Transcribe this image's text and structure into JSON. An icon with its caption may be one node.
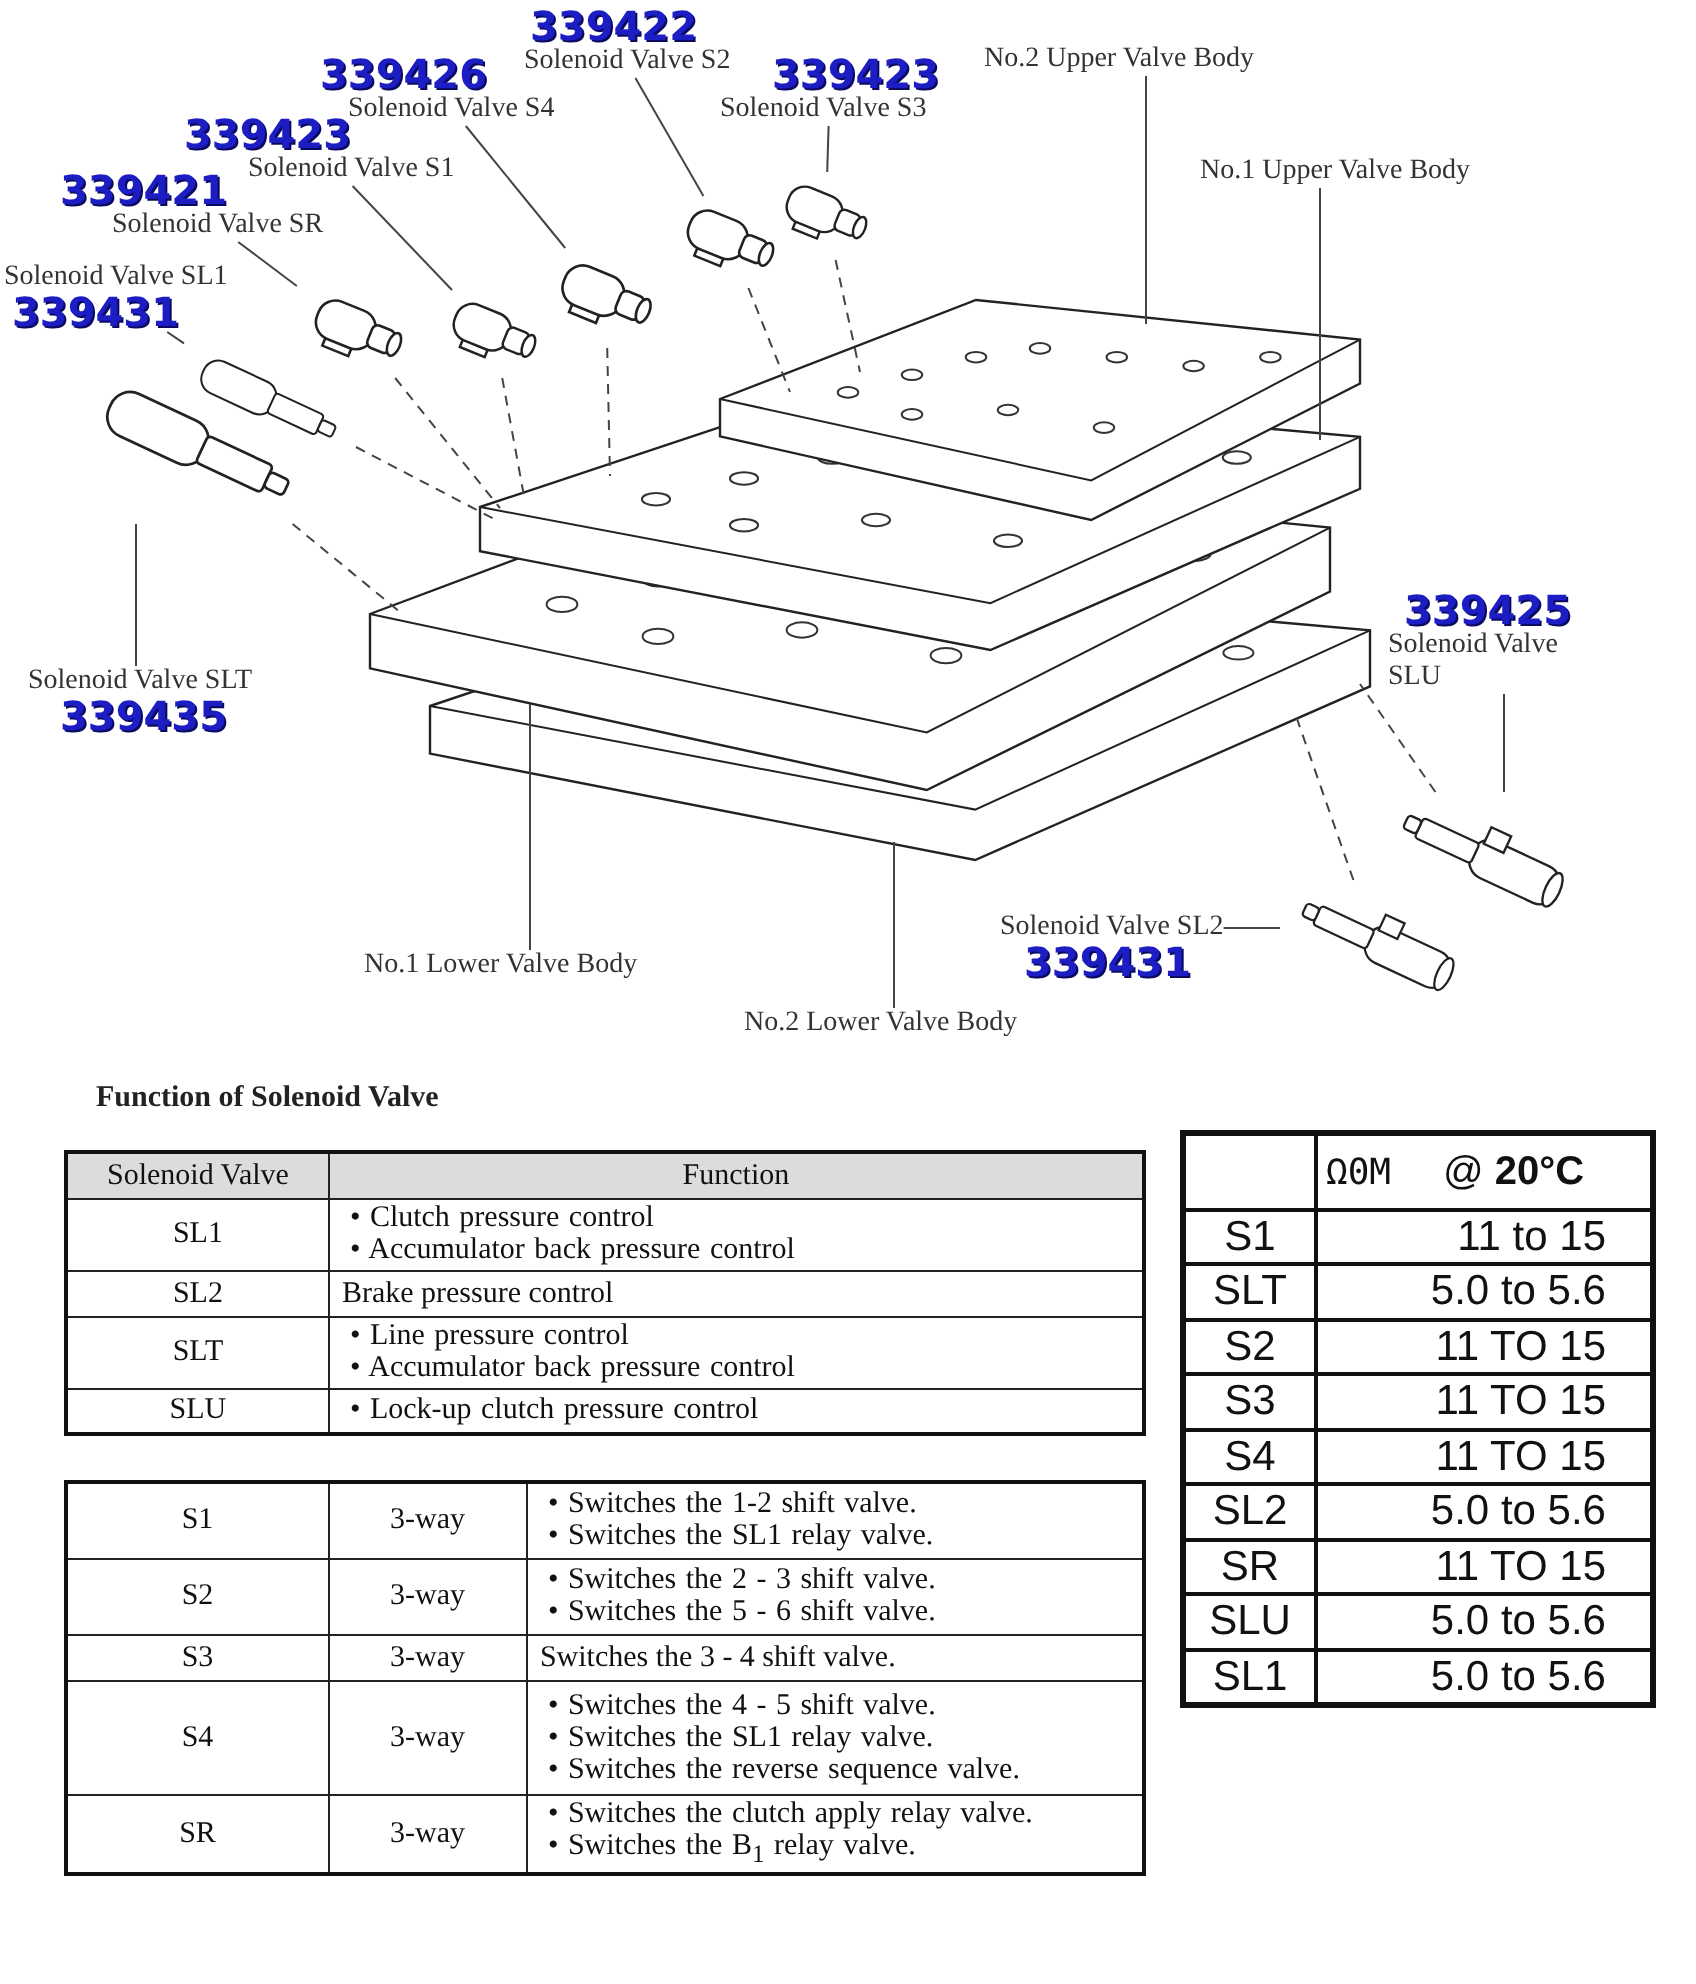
{
  "diagram": {
    "nodes": [
      {
        "text": [
          "Solenoid Valve S2"
        ],
        "beside": [
          "339422"
        ]
      },
      {
        "text": [
          "Solenoid Valve S3"
        ],
        "beside": [
          "339423"
        ]
      },
      {
        "text": [
          "No.2 Upper Valve Body"
        ]
      },
      {
        "text": [
          "Solenoid Valve S4"
        ],
        "beside": [
          "339426"
        ]
      },
      {
        "text": [
          "Solenoid Valve S1"
        ],
        "beside": [
          "339423"
        ]
      },
      {
        "text": [
          "No.1 Upper Valve Body"
        ]
      },
      {
        "text": [
          "Solenoid Valve SR"
        ],
        "beside": [
          "339421"
        ]
      },
      {
        "text": [
          "Solenoid Valve SL1"
        ],
        "beside": [
          "339431"
        ]
      },
      {
        "text": [
          "Solenoid Valve SLT"
        ],
        "beside": [
          "339435"
        ]
      },
      {
        "text": [
          "Solenoid Valve SLU"
        ],
        "beside": [
          "339425"
        ]
      },
      {
        "text": [
          "Solenoid Valve SL2"
        ],
        "beside": [
          "339431"
        ]
      },
      {
        "text": [
          "No.1 Lower Valve Body"
        ]
      },
      {
        "text": [
          "No.2 Lower Valve Body"
        ]
      },
      {
        "text": [],
        "shape": "picture"
      },
      {
        "text": [],
        "shape": "picture"
      },
      {
        "text": [],
        "shape": "picture"
      },
      {
        "text": [],
        "shape": "picture"
      },
      {
        "text": [],
        "shape": "picture"
      },
      {
        "text": [],
        "shape": "picture"
      },
      {
        "text": [],
        "shape": "picture"
      },
      {
        "text": [],
        "shape": "picture"
      },
      {
        "text": [],
        "shape": "picture"
      },
      {
        "text": [],
        "shape": "picture"
      },
      {
        "text": [],
        "shape": "picture"
      },
      {
        "text": [],
        "shape": "picture"
      },
      {
        "text": [],
        "shape": "picture"
      }
    ],
    "edges": [
      {
        "from": 0,
        "to": 13,
        "arrow": "none"
      },
      {
        "from": 1,
        "to": 14,
        "arrow": "none"
      },
      {
        "from": 2,
        "to": 22,
        "arrow": "none"
      },
      {
        "from": 3,
        "to": 15,
        "arrow": "none"
      },
      {
        "from": 4,
        "to": 16,
        "arrow": "none"
      },
      {
        "from": 5,
        "to": 23,
        "arrow": "none"
      },
      {
        "from": 6,
        "to": 17,
        "arrow": "none"
      },
      {
        "from": 7,
        "to": 18,
        "arrow": "none"
      },
      {
        "from": 8,
        "to": 19,
        "arrow": "none"
      },
      {
        "from": 9,
        "to": 20,
        "arrow": "none"
      },
      {
        "from": 10,
        "to": 21,
        "arrow": "none"
      },
      {
        "from": 11,
        "to": 24,
        "arrow": "none"
      },
      {
        "from": 12,
        "to": 25,
        "arrow": "none"
      },
      {
        "from": 13,
        "to": 22,
        "arrow": "none",
        "style": "dashed"
      },
      {
        "from": 14,
        "to": 22,
        "arrow": "none",
        "style": "dashed"
      },
      {
        "from": 15,
        "to": 23,
        "arrow": "none",
        "style": "dashed"
      },
      {
        "from": 16,
        "to": 23,
        "arrow": "none",
        "style": "dashed"
      },
      {
        "from": 17,
        "to": 23,
        "arrow": "none",
        "style": "dashed"
      },
      {
        "from": 18,
        "to": 23,
        "arrow": "none",
        "style": "dashed"
      },
      {
        "from": 19,
        "to": 24,
        "arrow": "none",
        "style": "dashed"
      },
      {
        "from": 20,
        "to": 25,
        "arrow": "none",
        "style": "dashed"
      },
      {
        "from": 21,
        "to": 25,
        "arrow": "none",
        "style": "dashed"
      }
    ],
    "labels": [
      "Function of Solenoid Valve",
      "Solenoid Valve",
      "Function",
      "SL1",
      "• Clutch pressure control",
      "• Accumulator back pressure control",
      "SL2",
      "Brake pressure control",
      "SLT",
      "• Line pressure control",
      "• Accumulator back pressure control",
      "SLU",
      "• Lock-up clutch pressure control",
      "S1",
      "3-way",
      "• Switches the 1-2 shift valve.",
      "• Switches the SL1 relay valve.",
      "S2",
      "3-way",
      "• Switches the 2 - 3 shift valve.",
      "• Switches the 5 - 6 shift valve.",
      "S3",
      "3-way",
      "Switches the 3 - 4 shift valve.",
      "S4",
      "3-way",
      "• Switches the 4 - 5 shift valve.",
      "• Switches the SL1 relay valve.",
      "• Switches the reverse sequence valve.",
      "SR",
      "3-way",
      "• Switches the clutch apply relay valve.",
      "• Switches the B$_{1}$ relay valve.",
      "Ω0M",
      "@ **20°C**",
      "S1",
      "11 to 15",
      "SLT",
      "5.0 to 5.6",
      "S2",
      "11 TO 15",
      "S3",
      "11 TO 15",
      "S4",
      "11 TO 15",
      "SL2",
      "5.0 to 5.6",
      "SR",
      "11 TO 15",
      "SLU",
      "5.0 to 5.6",
      "SL1",
      "5.0 to 5.6"
    ]
  }
}
